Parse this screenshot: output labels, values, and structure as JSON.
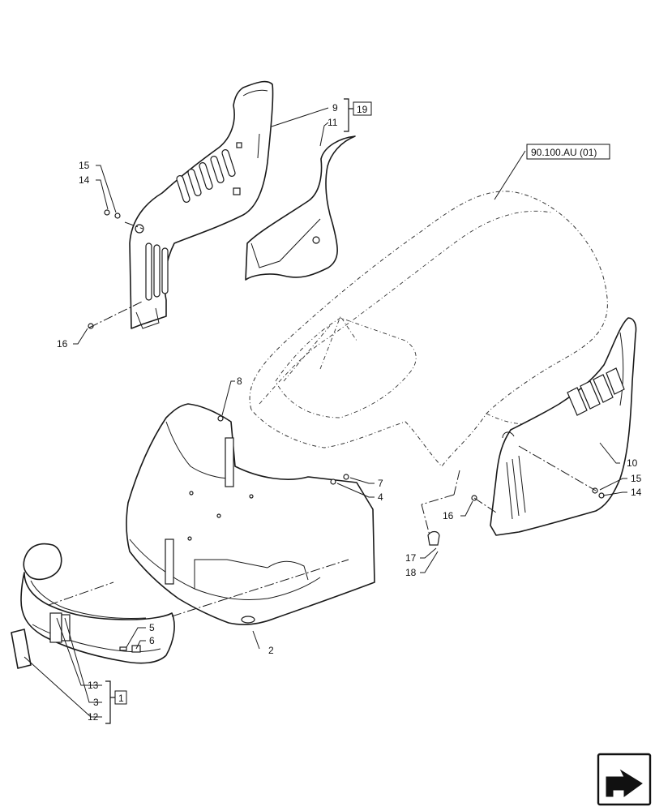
{
  "diagram": {
    "callouts": {
      "c2": "2",
      "c3": "3",
      "c4": "4",
      "c5": "5",
      "c6": "6",
      "c7": "7",
      "c8": "8",
      "c9": "9",
      "c10": "10",
      "c11": "11",
      "c12": "12",
      "c13": "13",
      "c14a": "14",
      "c15a": "15",
      "c16a": "16",
      "c14b": "14",
      "c15b": "15",
      "c16b": "16",
      "c17": "17",
      "c18": "18"
    },
    "group_refs": {
      "upper": "19",
      "lower": "1"
    },
    "cross_reference": "90.100.AU (01)",
    "navigation_icon": "next-page-arrow-icon"
  }
}
